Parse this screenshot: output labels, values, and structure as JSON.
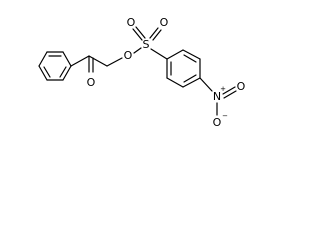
{
  "molecule": {
    "atoms": {
      "carbonyl_oxygen": "O",
      "ester_oxygen": "O",
      "sulfur": "S",
      "sulfonyl_oxygen_left": "O",
      "sulfonyl_oxygen_right": "O",
      "nitro_nitrogen": "N",
      "nitro_oxygen_top": "O",
      "nitro_oxygen_bottom": "O"
    },
    "charges": {
      "nitro_nitrogen": "+",
      "nitro_oxygen_bottom": "−"
    }
  }
}
